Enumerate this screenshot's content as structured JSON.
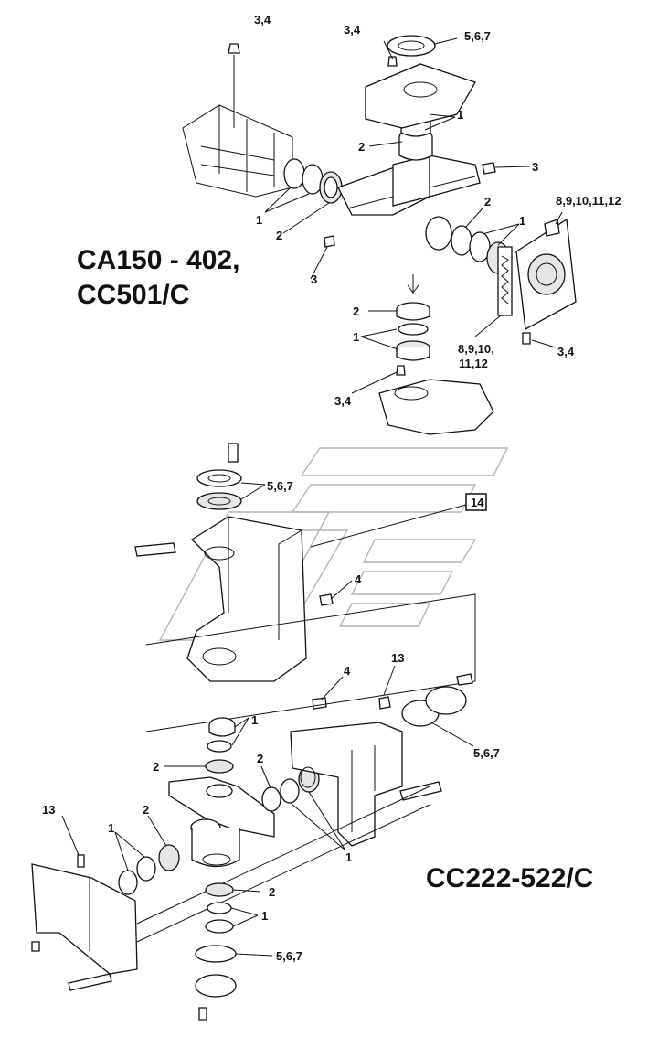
{
  "titles": {
    "model_top_line1": "CA150 - 402,",
    "model_top_line2": "CC501/C",
    "model_bottom": "CC222-522/C"
  },
  "callouts": {
    "c_3_4": "3,4",
    "c_5_6_7": "5,6,7",
    "c_1": "1",
    "c_2": "2",
    "c_3": "3",
    "c_4": "4",
    "c_8_12": "8,9,10,11,12",
    "c_8_10": "8,9,10,",
    "c_11_12": "11,12",
    "c_13": "13",
    "c_14": "14"
  }
}
